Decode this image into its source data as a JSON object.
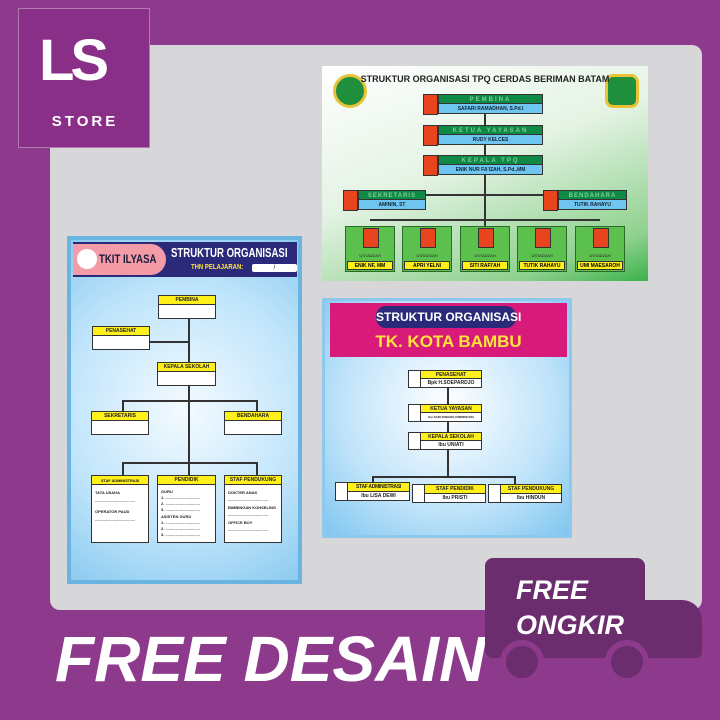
{
  "store_logo": {
    "mark": "LS",
    "text": "STORE"
  },
  "banner": {
    "free_design": "FREE DESAIN",
    "shipping_line1": "FREE",
    "shipping_line2": "ONGKIR"
  },
  "poster_tpq": {
    "title": "STRUKTUR ORGANISASI TPQ CERDAS BERIMAN BATAM",
    "pembina": {
      "role": "PEMBINA",
      "name": "SAFARI RAMADHAN, S.Pd.I"
    },
    "ketua": {
      "role": "KETUA YAYASAN",
      "name": "RUDY KELCES"
    },
    "kepala": {
      "role": "KEPALA TPQ",
      "name": "ENIK NUR FA'IZAH, S.Pd.,MM"
    },
    "sekretaris": {
      "role": "SEKRETARIS",
      "name": "AMININ, ST"
    },
    "bendahara": {
      "role": "BENDAHARA",
      "name": "TUTIK RAHAYU"
    },
    "ustadzah_label": "USTADZAH",
    "ustadzah": [
      "ENIK NF, MM",
      "APRI YELNI",
      "SITI RAFI'AH",
      "TUTIK RAHAYU",
      "UMI MAESAROH"
    ]
  },
  "poster_tkit": {
    "school": "TKIT ILYASA",
    "title": "STRUKTUR ORGANISASI",
    "year_label": "THN PELAJARAN:",
    "year_sep": "/",
    "pembina": "PEMBINA",
    "penasehat": "PENASEHAT",
    "kepala": "KEPALA SEKOLAH",
    "sekretaris": "SEKRETARIS",
    "bendahara": "BENDAHARA",
    "staf_admin": {
      "title": "STAF ADMINISTRASI",
      "items": [
        "TATA USAHA",
        "....................................",
        "OPERATOR PAUD",
        "...................................."
      ]
    },
    "pendidik": {
      "title": "PENDIDIK",
      "items": [
        "GURU",
        "1. ...............................",
        "2. ...............................",
        "3. ...............................",
        "ASISTEN GURU",
        "1. ...............................",
        "2. ...............................",
        "3. ..............................."
      ]
    },
    "staf_pendukung": {
      "title": "STAF PENDUKUNG",
      "items": [
        "DOKTER ANAK",
        "....................................",
        "BIMBINGAN KONSELING",
        "....................................",
        "OFFICE BOY",
        "...................................."
      ]
    }
  },
  "poster_kotabambu": {
    "title": "STRUKTUR ORGANISASI",
    "school": "TK. KOTA BAMBU",
    "penasehat": {
      "role": "PENASEHAT",
      "name": "Bpk H.SOEPARDJO"
    },
    "ketua": {
      "role": "KETUA YAYASAN",
      "name": "Ibu SARI ENDANG DWININGSIH"
    },
    "kepala": {
      "role": "KEPALA SEKOLAH",
      "name": "Ibu UNIATI"
    },
    "staf": [
      {
        "role": "STAF ADMINISTRASI",
        "name": "Ibu LISA DEWI"
      },
      {
        "role": "STAF PENDIDIK",
        "name": "Ibu PRISTI"
      },
      {
        "role": "STAF PENDUKUNG",
        "name": "Ibu HINDUN"
      }
    ]
  },
  "colors": {
    "background": "#8d3a8c",
    "panel": "#d7d7d9",
    "truck": "#6b2d6d",
    "green_header": "#0e8a45",
    "yellow_header": "#ffef1a",
    "magenta_header": "#d81b7a",
    "navy_header": "#2b2a7a"
  }
}
